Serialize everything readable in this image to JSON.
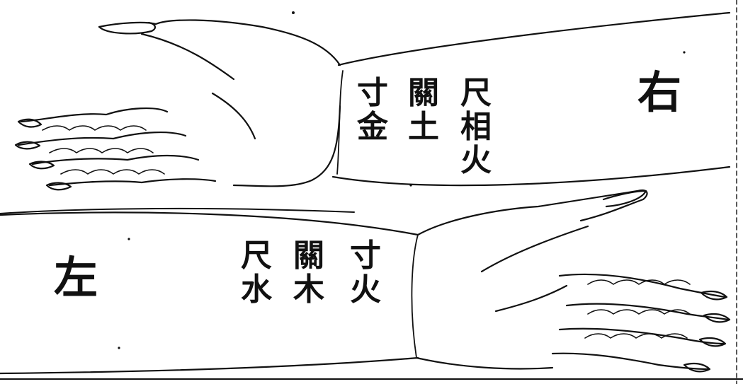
{
  "right_arm": {
    "side_label": "右",
    "positions": [
      {
        "position": "寸",
        "element": "金"
      },
      {
        "position": "關",
        "element": "土"
      },
      {
        "position": "尺",
        "element": "相火"
      }
    ]
  },
  "left_arm": {
    "side_label": "左",
    "positions": [
      {
        "position": "尺",
        "element": "水"
      },
      {
        "position": "關",
        "element": "木"
      },
      {
        "position": "寸",
        "element": "火"
      }
    ]
  },
  "colors": {
    "ink": "#111111",
    "paper": "#ffffff"
  }
}
